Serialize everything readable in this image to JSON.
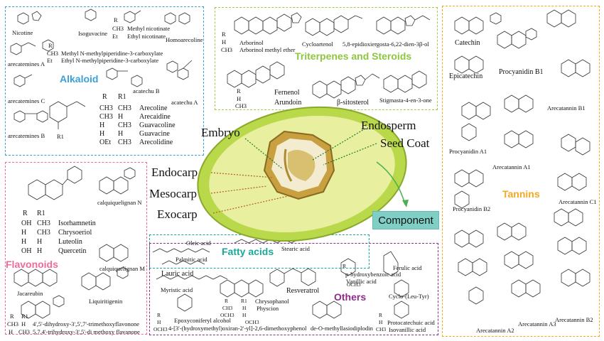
{
  "colors": {
    "alkaloid": "#3aa0d8",
    "triterpenes": "#8dc63f",
    "tannins": "#f5a623",
    "flavonoids": "#f06a9b",
    "fatty_acids": "#1aa89a",
    "others": "#8e2b8e",
    "fruit_outer": "#b9d94a",
    "fruit_inner": "#e8f0a0",
    "component": "#7fcfc7"
  },
  "categories": {
    "alkaloid": "Alkaloid",
    "triterpenes": "Triterpenes and Steroids",
    "tannins": "Tannins",
    "flavonoids": "Flavonoids",
    "fatty_acids": "Fatty acids",
    "others": "Others"
  },
  "fruit": {
    "embryo": "Embryo",
    "endosperm": "Endosperm",
    "seed_coat": "Seed Coat",
    "endocarp": "Endocarp",
    "mesocarp": "Mesocarp",
    "exocarp": "Exocarp",
    "component": "Component"
  },
  "alkaloid": {
    "nicotine": "Nicotine",
    "isoguvacine": "Isoguvacine",
    "r_label": "R",
    "r_methyl_nic": "CH3",
    "r_ethyl_nic": "Et",
    "methyl_nicotinate": "Methyl nicotinate",
    "ethyl_nicotinate": "Ethyl nicotinate",
    "homoarecoline": "Homoarecoline",
    "r2_label": "R",
    "r2_ch3": "CH3",
    "r2_et": "Et",
    "methyl_pip": "Methyl N-methylpiperidine-3-carboxylate",
    "ethyl_pip": "Ethyl N-methylpiperidine-3-carboxylate",
    "arecatemines_a": "arecatemines A",
    "arecatemines_c": "arecatemines C",
    "arecatemines_b": "arecatemines B",
    "acatechu_b": "acatechu B",
    "acatechu_a": "acatechu A",
    "r1": "R1",
    "tbl_col_r": "R",
    "tbl_col_r1": "R1",
    "tbl": [
      [
        "CH3",
        "CH3",
        "Arecoline"
      ],
      [
        "CH3",
        "H",
        "Arecaidine"
      ],
      [
        "H",
        "CH3",
        "Guavacoline"
      ],
      [
        "H",
        "H",
        "Guavacine"
      ],
      [
        "OEt",
        "CH3",
        "Arecolidine"
      ]
    ]
  },
  "triterpenes": {
    "r_label": "R",
    "h": "H",
    "ch3": "CH3",
    "arborinol": "Arborinol",
    "arborinol_me": "Arborinol methyl ether",
    "cycloartenol": "Cycloartenol",
    "epidioxi": "5,8-epidioxiergosta-6,22-dien-3β-ol",
    "r2_label": "R",
    "r2_h": "H",
    "r2_ch3": "CH3",
    "fernenol": "Fernenol",
    "arundoin": "Arundoin",
    "sitosterol": "β-sitosterol",
    "stigmasta": "Stigmasta-4-en-3-one"
  },
  "tannins": {
    "catechin": "Catechin",
    "epicatechin": "Epicatechin",
    "procyanidin_b1": "Procyanidin B1",
    "arecatannin_b1": "Arecatannin B1",
    "procyanidin_a1": "Procyanidin A1",
    "arecatannin_a1": "Arecatannin A1",
    "procyanidin_b2": "Procyanidin B2",
    "arecatannin_c1": "Arecatannin C1",
    "arecatannin_a2": "Arecatannin A2",
    "arecatannin_a3": "Arecatannin A3",
    "arecatannin_b2": "Arecatannin B2"
  },
  "flavonoids": {
    "calquiquelignan_n": "calquiquelignan N",
    "calquiquelignan_m": "calquiquelignan M",
    "col_r": "R",
    "col_r1": "R1",
    "tbl": [
      [
        "OH",
        "CH3",
        "Isorhamnetin"
      ],
      [
        "H",
        "CH3",
        "Chrysoeriol"
      ],
      [
        "H",
        "H",
        "Luteolin"
      ],
      [
        "OH",
        "H",
        "Quercetin"
      ]
    ],
    "jacareubin": "Jacareubin",
    "liquiritigenin": "Liquiritigenin",
    "bottom_col_r": "R",
    "bottom_col_r1": "R1",
    "bottom_r1": "CH3",
    "bottom_r1b": "H",
    "bottom_r2": "H",
    "bottom_r2b": "CH3",
    "bottom_name1": "4',5'-dihydroxy-3',5',7'-trimethoxyflavonone",
    "bottom_name2": "5,7,4'-trihydroxy-3',5'-di methoxy flavanone"
  },
  "fatty_acids": {
    "oleic": "Oleic acid",
    "stearic": "Stearic acid",
    "palmitic": "Palmitic acid",
    "lauric": "Lauric acid",
    "myristic": "Myristic acid"
  },
  "others": {
    "resveratrol": "Resveratrol",
    "p_hydroxy": "p-hydroxybenzoic acid",
    "vanillic": "Vanillic acid",
    "ferulic": "Ferulic acid",
    "cyclo": "Cyclo-(Leu-Tyr)",
    "chrysophanol": "Chrysophanol",
    "physcion": "Physcion",
    "epoxy": "Epoxyconiferyl alcohol",
    "epoxy_long": "4-[3'-(hydroxymethyl)oxiran-2'-yl]-2,6-dimethoxyphenol",
    "de_o": "de-O-methyllasiodiplodin",
    "protocatechuic": "Protocatechuic acid",
    "isovanillic": "Isovanillic acid",
    "r_label": "R",
    "h": "H",
    "och3": "OCH3",
    "och3_2": "OCH3",
    "r3": "R",
    "r3_ch3": "CH3",
    "r3_och3": "OCH3",
    "r4": "R1",
    "r4_h": "H",
    "r4_h2": "H",
    "rr": "R",
    "rr_h": "H",
    "rr_ch3": "CH3",
    "r_oh": "R",
    "och3_ferulic": "OCH3"
  }
}
